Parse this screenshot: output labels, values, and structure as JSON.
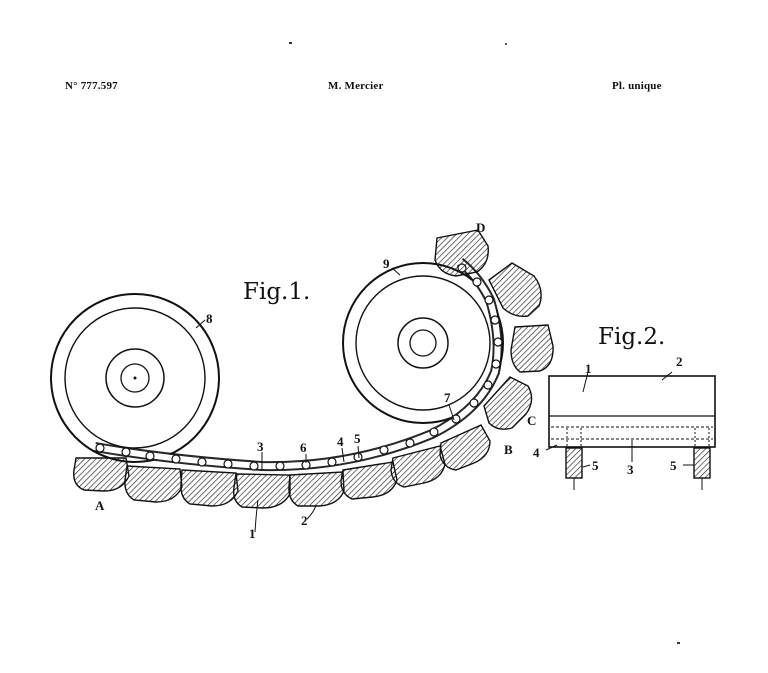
{
  "header": {
    "patent_number": "N° 777.597",
    "author": "M. Mercier",
    "plate": "Pl. unique"
  },
  "figure1": {
    "title": "Fig.1.",
    "labels": [
      "8",
      "9",
      "D",
      "7",
      "C",
      "B",
      "3",
      "6",
      "4",
      "5",
      "A",
      "1",
      "2"
    ]
  },
  "figure2": {
    "title": "Fig.2.",
    "labels": [
      "1",
      "2",
      "4",
      "5",
      "3",
      "5"
    ]
  }
}
